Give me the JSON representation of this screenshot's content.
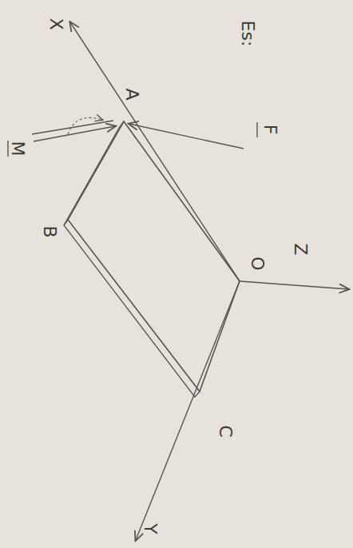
{
  "diagram": {
    "labels": [
      "Es:",
      "X",
      "A",
      "F",
      "M",
      "B",
      "O",
      "Z",
      "C",
      "Y"
    ]
  }
}
